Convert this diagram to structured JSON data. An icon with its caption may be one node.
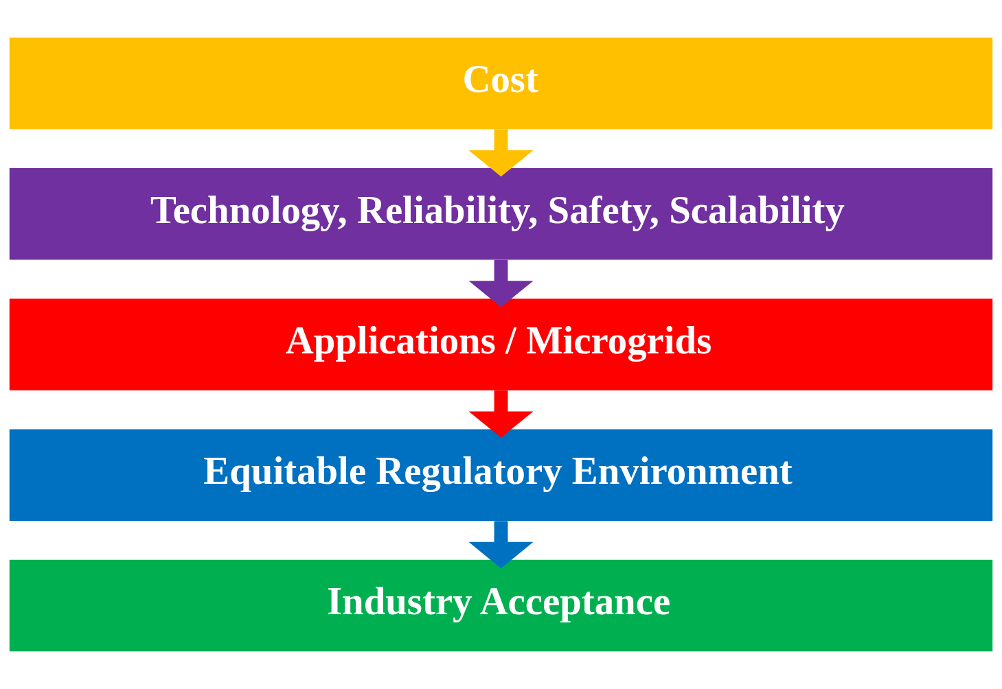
{
  "diagram": {
    "nodes": [
      {
        "text": [
          "Cost"
        ]
      },
      {
        "text": [
          "Technology, Reliability, Safety, Scalability"
        ]
      },
      {
        "text": [
          "Applications / Microgrids"
        ]
      },
      {
        "text": [
          "Equitable Regulatory Environment"
        ]
      },
      {
        "text": [
          "Industry Acceptance"
        ]
      }
    ],
    "edges": [
      {
        "from": 0,
        "to": 1,
        "arrow": "to",
        "color": "#ffc000"
      },
      {
        "from": 1,
        "to": 2,
        "arrow": "to",
        "color": "#7030a0"
      },
      {
        "from": 2,
        "to": 3,
        "arrow": "to",
        "color": "#ff0000"
      },
      {
        "from": 3,
        "to": 4,
        "arrow": "to",
        "color": "#0070c0"
      }
    ]
  }
}
